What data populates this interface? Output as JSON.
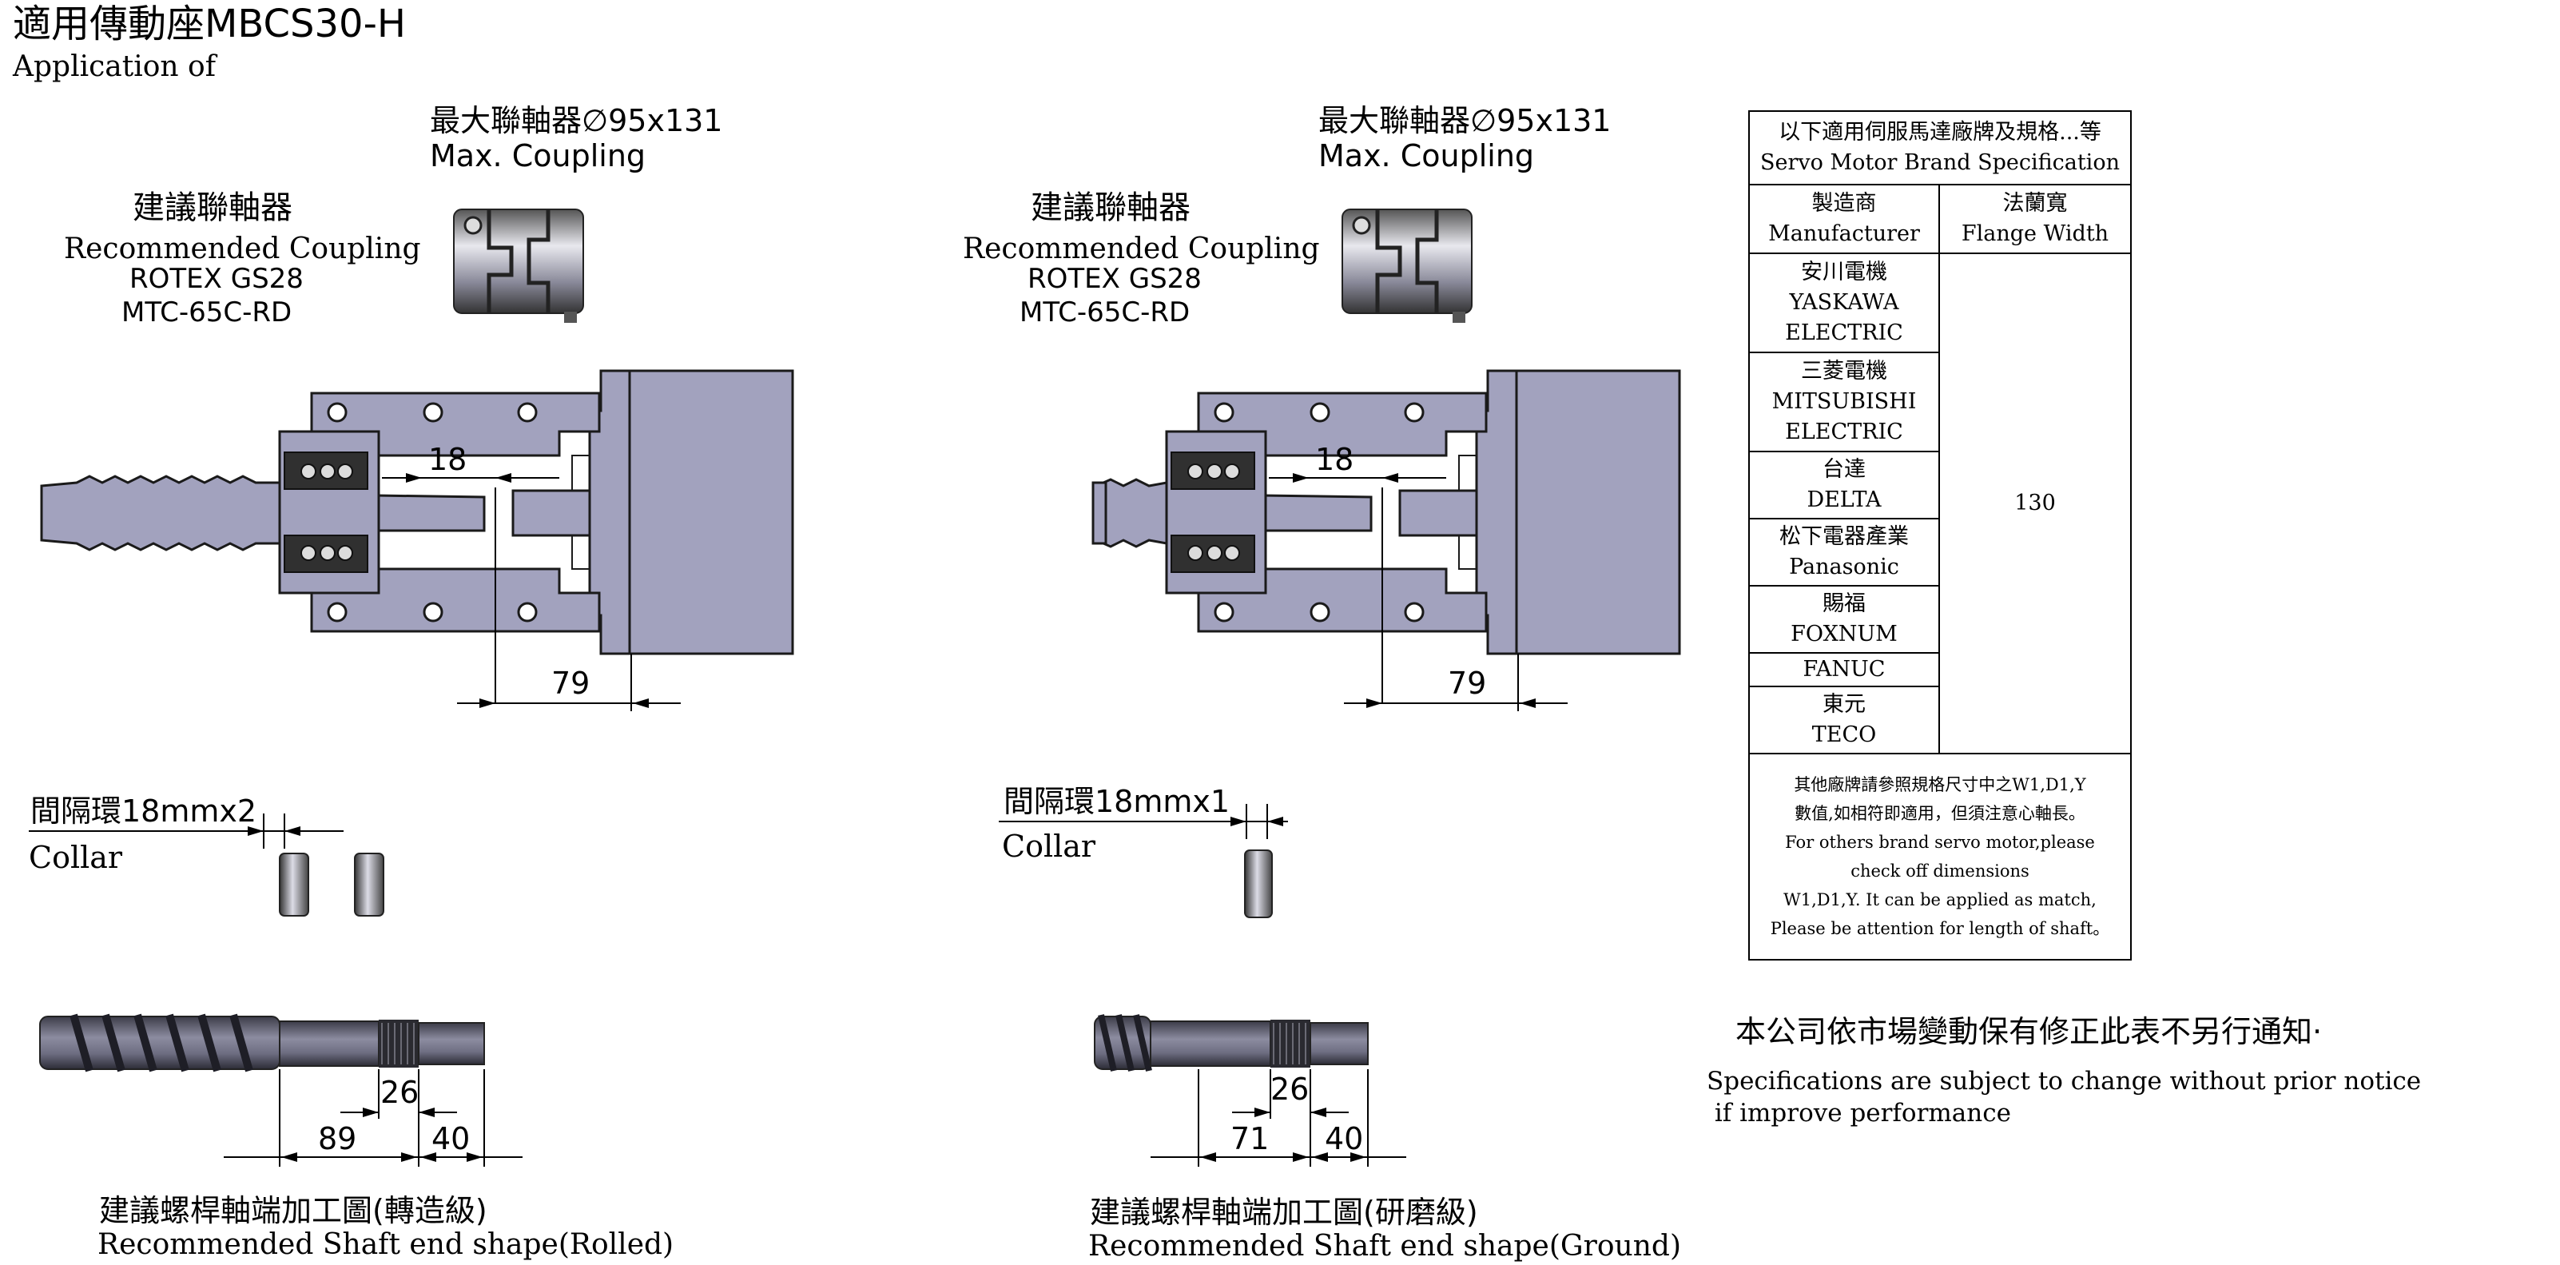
{
  "page": {
    "title": "適用傳動座MBCS30-H",
    "subtitle": "Application of"
  },
  "left": {
    "max_coupling_cn": "最大聯軸器∅95x131",
    "max_coupling_en": "Max. Coupling",
    "rec_coupling_cn": "建議聯軸器",
    "rec_coupling_en": "Recommended Coupling",
    "rec_coupling_model1": "ROTEX GS28",
    "rec_coupling_model2": "MTC-65C-RD",
    "dim_gap": "18",
    "dim_depth": "79",
    "collar_cn": "間隔環18mmx2",
    "collar_en": "Collar",
    "dim_thread": "26",
    "dim_shaft_a": "89",
    "dim_shaft_b": "40",
    "shaft_cn": "建議螺桿軸端加工圖(轉造級)",
    "shaft_en": "Recommended Shaft end shape(Rolled)"
  },
  "right": {
    "max_coupling_cn": "最大聯軸器∅95x131",
    "max_coupling_en": "Max. Coupling",
    "rec_coupling_cn": "建議聯軸器",
    "rec_coupling_en": "Recommended Coupling",
    "rec_coupling_model1": "ROTEX GS28",
    "rec_coupling_model2": "MTC-65C-RD",
    "dim_gap": "18",
    "dim_depth": "79",
    "collar_cn": "間隔環18mmx1",
    "collar_en": "Collar",
    "dim_thread": "26",
    "dim_shaft_a": "71",
    "dim_shaft_b": "40",
    "shaft_cn": "建議螺桿軸端加工圖(研磨級)",
    "shaft_en": "Recommended Shaft end shape(Ground)"
  },
  "spec_table": {
    "title_cn": "以下適用伺服馬達廠牌及規格...等",
    "title_en": "Servo Motor Brand Specification",
    "col_manufacturer_cn": "製造商",
    "col_manufacturer_en": "Manufacturer",
    "col_flange_cn": "法蘭寬",
    "col_flange_en": "Flange Width",
    "rows": [
      {
        "lines": [
          "安川電機",
          "YASKAWA",
          "ELECTRIC"
        ]
      },
      {
        "lines": [
          "三菱電機",
          "MITSUBISHI",
          "ELECTRIC"
        ]
      },
      {
        "lines": [
          "台達",
          "DELTA"
        ]
      },
      {
        "lines": [
          "松下電器產業",
          "Panasonic"
        ]
      },
      {
        "lines": [
          "賜福",
          "FOXNUM"
        ]
      },
      {
        "lines": [
          "FANUC"
        ]
      },
      {
        "lines": [
          "東元",
          "TECO"
        ]
      }
    ],
    "flange_value": "130",
    "note_lines": [
      "其他廠牌請參照規格尺寸中之W1,D1,Y",
      "數值,如相符即適用，但須注意心軸長。",
      "For others brand servo motor,please",
      "check off dimensions",
      "W1,D1,Y. It can be applied as match,",
      "Please be attention for length of shaft。"
    ]
  },
  "notice": {
    "cn": "本公司依市場變動保有修正此表不另行通知·",
    "en_line1": "Specifications are subject to change without prior notice",
    "en_line2": " if improve performance"
  },
  "colors": {
    "part_fill": "#a2a2be",
    "part_stroke": "#1a1a1a",
    "dark_part": "#3a3a3a"
  }
}
